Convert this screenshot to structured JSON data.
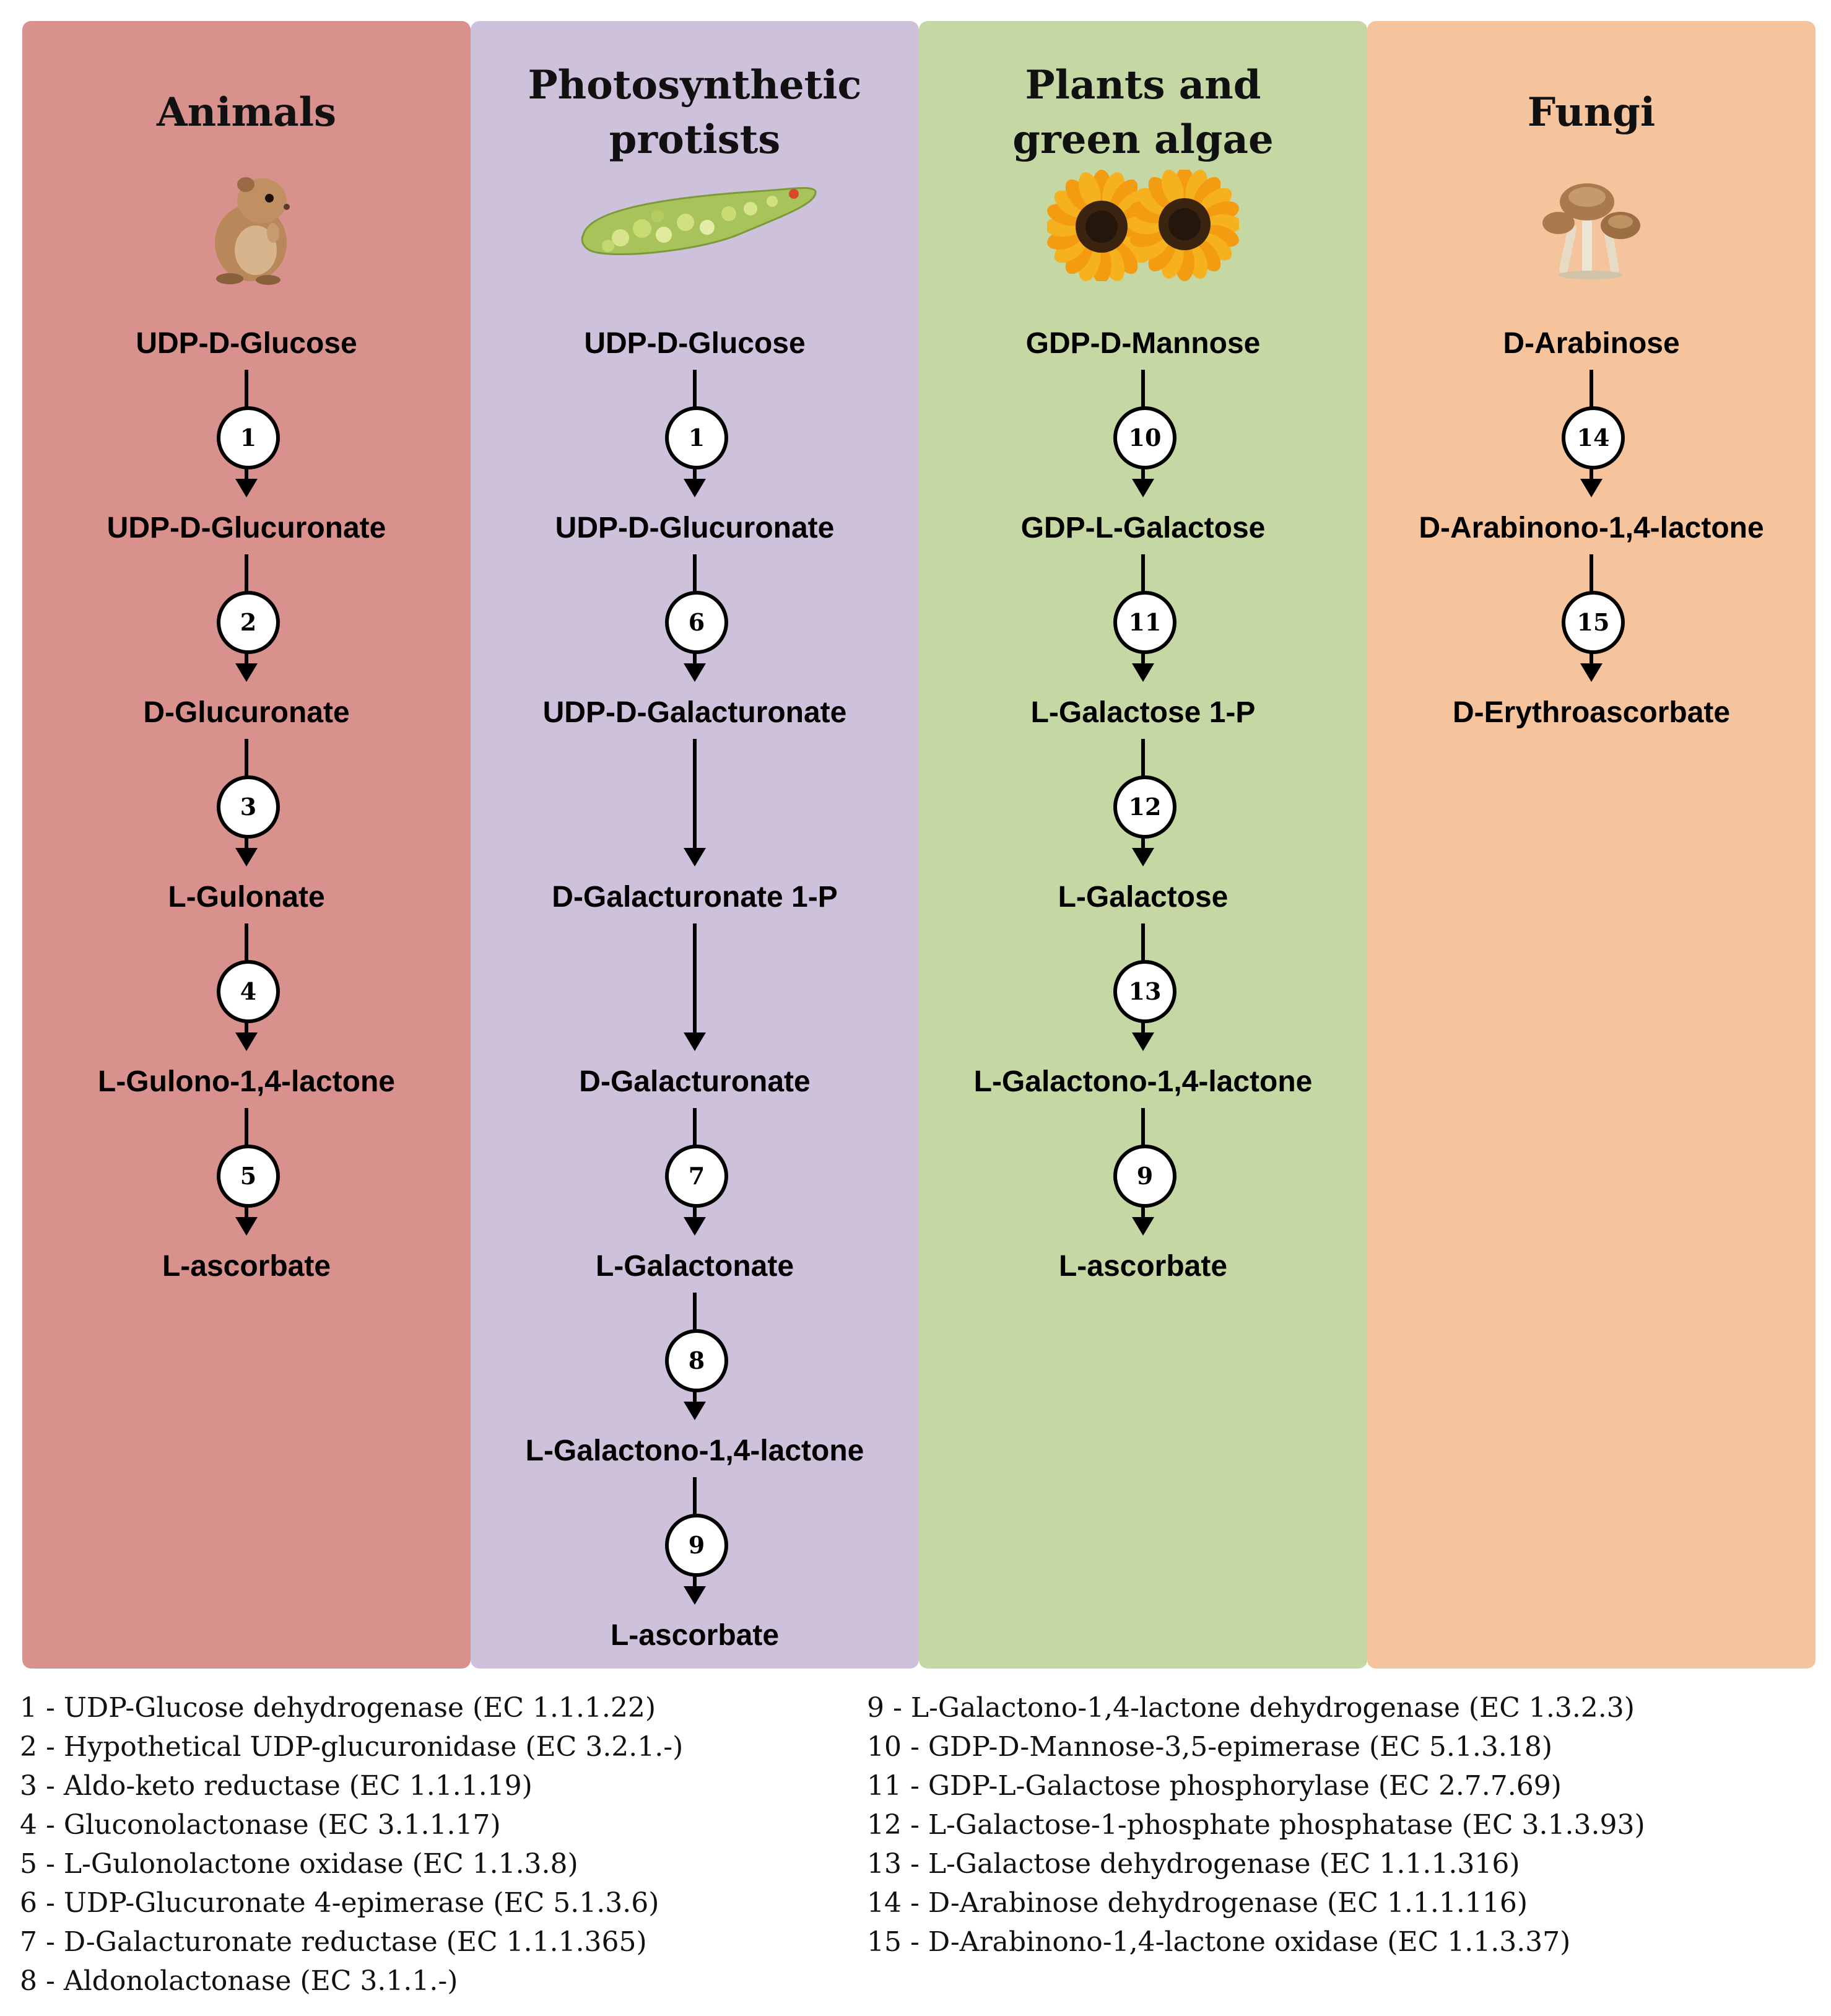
{
  "panels": [
    {
      "title": [
        "Animals"
      ],
      "color": "#d9918d",
      "illustration": "gerbil-image",
      "compounds": [
        "UDP-D-Glucose",
        "UDP-D-Glucuronate",
        "D-Glucuronate",
        "L-Gulonate",
        "L-Gulono-1,4-lactone",
        "L-ascorbate"
      ],
      "steps": [
        "1",
        "2",
        "3",
        "4",
        "5"
      ]
    },
    {
      "title": [
        "Photosynthetic",
        "protists"
      ],
      "color": "#cdc1dc",
      "illustration": "euglena-image",
      "compounds": [
        "UDP-D-Glucose",
        "UDP-D-Glucuronate",
        "UDP-D-Galacturonate",
        "D-Galacturonate 1-P",
        "D-Galacturonate",
        "L-Galactonate",
        "L-Galactono-1,4-lactone",
        "L-ascorbate"
      ],
      "steps": [
        "1",
        "6",
        "",
        "",
        "7",
        "8",
        "9"
      ]
    },
    {
      "title": [
        "Plants and",
        "green algae"
      ],
      "color": "#c5d8a4",
      "illustration": "sunflowers-image",
      "compounds": [
        "GDP-D-Mannose",
        "GDP-L-Galactose",
        "L-Galactose 1-P",
        "L-Galactose",
        "L-Galactono-1,4-lactone",
        "L-ascorbate"
      ],
      "steps": [
        "10",
        "11",
        "12",
        "13",
        "9"
      ]
    },
    {
      "title": [
        "Fungi"
      ],
      "color": "#f5c49c",
      "illustration": "mushrooms-image",
      "compounds": [
        "D-Arabinose",
        "D-Arabinono-1,4-lactone",
        "D-Erythroascorbate"
      ],
      "steps": [
        "14",
        "15"
      ]
    }
  ],
  "legend": {
    "left": [
      "1 - UDP-Glucose dehydrogenase (EC 1.1.1.22)",
      "2 - Hypothetical UDP-glucuronidase (EC 3.2.1.-)",
      "3 - Aldo-keto reductase  (EC 1.1.1.19)",
      "4 - Gluconolactonase (EC 3.1.1.17)",
      "5 - L-Gulonolactone oxidase (EC 1.1.3.8)",
      "6 - UDP-Glucuronate 4-epimerase   (EC 5.1.3.6)",
      "7 - D-Galacturonate reductase (EC 1.1.1.365)",
      "8 - Aldonolactonase (EC 3.1.1.-)"
    ],
    "right": [
      "9 - L-Galactono-1,4-lactone dehydrogenase (EC 1.3.2.3)",
      "10 - GDP-D-Mannose-3,5-epimerase (EC 5.1.3.18)",
      "11 - GDP-L-Galactose phosphorylase (EC 2.7.7.69)",
      "12 - L-Galactose-1-phosphate phosphatase (EC 3.1.3.93)",
      "13 - L-Galactose dehydrogenase (EC 1.1.1.316)",
      "14 - D-Arabinose dehydrogenase (EC 1.1.1.116)",
      "15 - D-Arabinono-1,4-lactone oxidase (EC 1.1.3.37)"
    ]
  }
}
